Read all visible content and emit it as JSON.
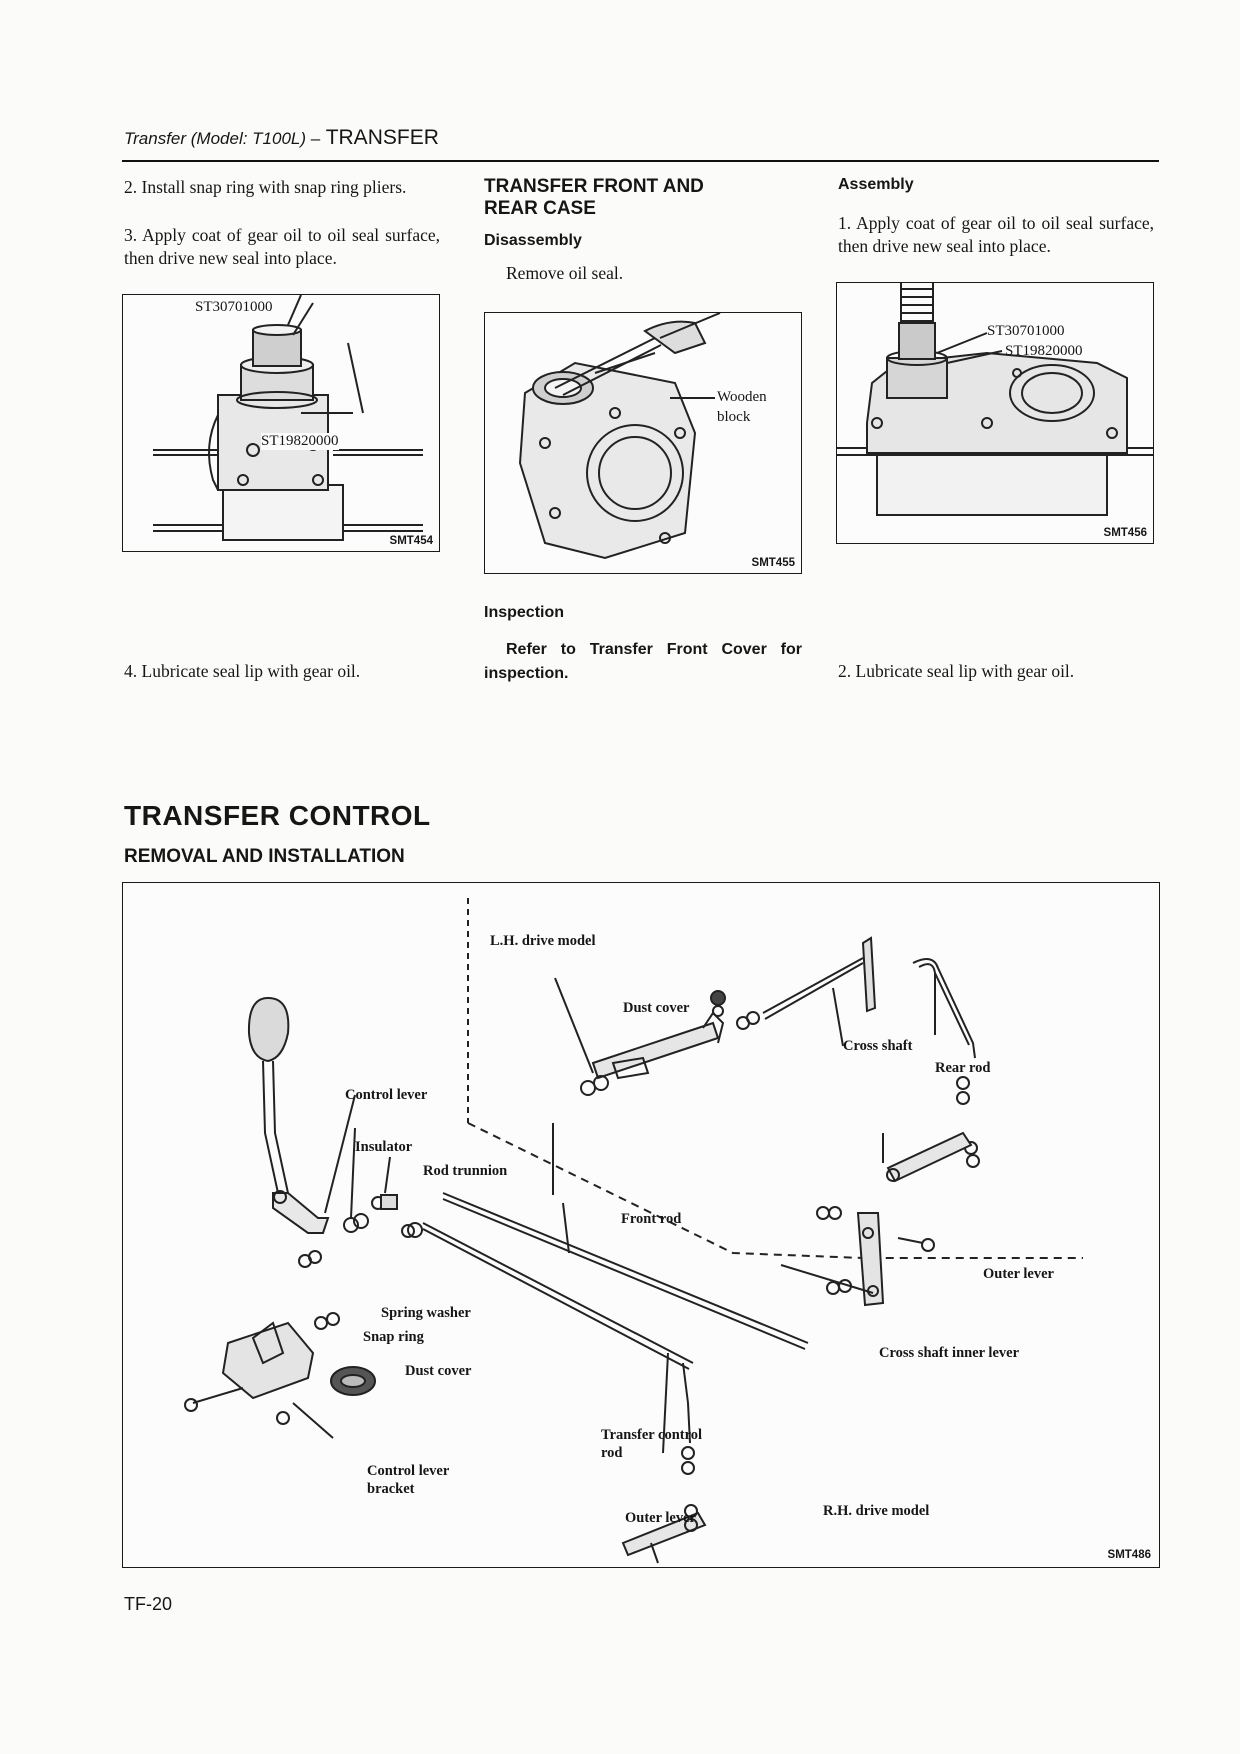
{
  "header": {
    "prefix": "Transfer (Model: T100L) –",
    "section": "TRANSFER"
  },
  "left_col": {
    "step2": "2.  Install snap ring with snap ring pliers.",
    "step3": "3.  Apply coat of gear oil to oil seal surface, then drive new seal into place.",
    "fig": {
      "tool1": "ST30701000",
      "tool2": "ST19820000",
      "code": "SMT454"
    },
    "step4": "4.  Lubricate seal lip with gear oil."
  },
  "mid_col": {
    "title": "TRANSFER FRONT AND REAR CASE",
    "disassembly": "Disassembly",
    "remove": "Remove oil seal.",
    "fig": {
      "label_a": "Wooden",
      "label_b": "block",
      "code": "SMT455"
    },
    "inspection": "Inspection",
    "inspection_text": "Refer to Transfer Front Cover for inspection."
  },
  "right_col": {
    "assembly": "Assembly",
    "step1": "1.  Apply coat of gear oil to oil seal surface, then drive new seal into place.",
    "fig": {
      "tool1": "ST30701000",
      "tool2": "ST19820000",
      "code": "SMT456"
    },
    "step2": "2.  Lubricate seal lip with gear oil."
  },
  "control": {
    "title": "TRANSFER CONTROL",
    "subtitle": "REMOVAL AND INSTALLATION",
    "labels": {
      "lh_model": "L.H. drive model",
      "rh_model": "R.H. drive model",
      "dust_cover_top": "Dust cover",
      "cross_shaft": "Cross shaft",
      "rear_rod": "Rear rod",
      "control_lever": "Control lever",
      "insulator": "Insulator",
      "rod_trunnion": "Rod trunnion",
      "front_rod": "Front rod",
      "outer_lever_r": "Outer lever",
      "spring_washer": "Spring washer",
      "snap_ring": "Snap ring",
      "cross_shaft_inner": "Cross shaft inner lever",
      "dust_cover_low": "Dust cover",
      "transfer_control_1": "Transfer control",
      "transfer_control_2": "rod",
      "control_bracket_1": "Control lever",
      "control_bracket_2": "bracket",
      "outer_lever_b": "Outer lever"
    },
    "code": "SMT486"
  },
  "page_number": "TF-20"
}
